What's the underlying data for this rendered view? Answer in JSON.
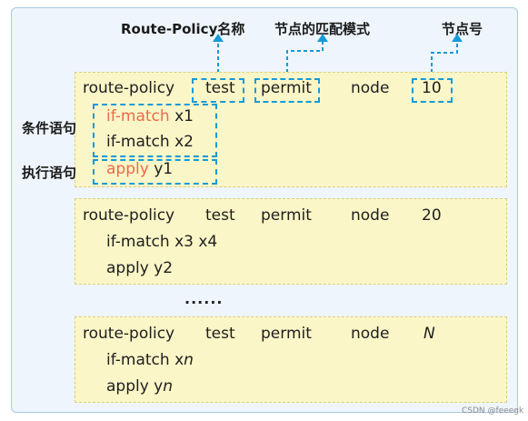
{
  "header": {
    "route_policy_name_label": "Route-Policy名称",
    "node_match_mode_label": "节点的匹配模式",
    "node_number_label": "节点号"
  },
  "side_labels": {
    "condition_statement": "条件语句",
    "action_statement": "执行语句"
  },
  "blocks": [
    {
      "keyword": "route-policy",
      "policy_name": "test",
      "match_mode": "permit",
      "node_keyword": "node",
      "node_number": "10",
      "if_match_keyword_1": "if-match",
      "if_match_value_1": "x1",
      "if_match_line_2": "if-match x2",
      "apply_keyword": "apply",
      "apply_value": "y1"
    },
    {
      "keyword": "route-policy",
      "policy_name": "test",
      "match_mode": "permit",
      "node_keyword": "node",
      "node_number": "20",
      "if_match_line": "if-match x3 x4",
      "apply_line": "apply y2"
    },
    {
      "keyword": "route-policy",
      "policy_name": "test",
      "match_mode": "permit",
      "node_keyword": "node",
      "node_number": "N",
      "if_match_prefix": "if-match x",
      "if_match_var": "n",
      "apply_prefix": "apply y",
      "apply_var": "n"
    }
  ],
  "ellipsis": "......",
  "watermark": "CSDN @feeegk",
  "colors": {
    "outer_background": "#eef5fc",
    "block_background": "#fbf6c7",
    "callout_border": "#169ad8",
    "highlight_text": "#ec6a4c"
  }
}
